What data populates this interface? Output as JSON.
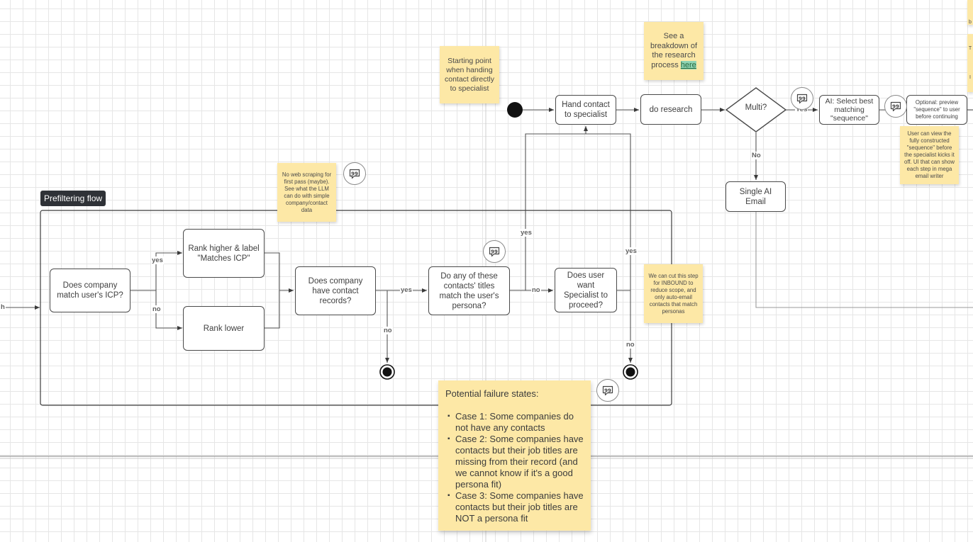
{
  "frame": {
    "label": "Prefiltering flow"
  },
  "nodes": {
    "icp": "Does company match user's ICP?",
    "rank_higher": "Rank higher & label \"Matches ICP\"",
    "rank_lower": "Rank lower",
    "contact_records": "Does company have contact records?",
    "titles_match": "Do any of these contacts' titles match the user's persona?",
    "want_specialist": "Does user want Specialist to proceed?",
    "hand_contact": "Hand contact to specialist",
    "do_research": "do research",
    "multi": "Multi?",
    "select_sequence": "AI: Select best matching \"sequence\"",
    "preview": "Optional: preview \"sequence\" to user before continuing",
    "single_email": "Single AI Email"
  },
  "edge_labels": {
    "icp_yes": "yes",
    "icp_no": "no",
    "records_yes": "yes",
    "records_no": "no",
    "titles_yes": "yes",
    "titles_no": "no",
    "specialist_yes": "yes",
    "specialist_no": "no",
    "multi_yes": "Yes",
    "multi_no": "No",
    "left_cut": "h"
  },
  "stickies": {
    "starting_point": "Starting point when handing contact directly to specialist",
    "research_pre": "See a breakdown of the research process",
    "research_link": "here",
    "no_scraping": "No web scraping for first pass (maybe). See what the LLM can do with simple company/contact data",
    "inbound": "We can cut this step for INBOUND to reduce scope, and only auto-email contacts that match personas",
    "user_view": "User can view the fully constructed \"sequence\" before the specialist kicks it off. UI that can show each step in mega email writer",
    "edge_top": "b",
    "edge_mid1": "T",
    "edge_mid2": "I"
  },
  "failure": {
    "title": "Potential failure states:",
    "cases": [
      "Case 1: Some companies do not have any contacts",
      "Case 2: Some companies have contacts but their job titles are missing from their record (and we cannot know if it's a good persona fit)",
      "Case 3: Some companies have contacts but their job titles are NOT a persona fit"
    ]
  },
  "icons": {
    "comment": "comment-quote-icon",
    "start": "start-node-icon",
    "end": "end-node-icon"
  },
  "colors": {
    "sticky": "#fde8a6",
    "frame_label_bg": "#2f3237",
    "link_highlight": "#8ed4b4"
  }
}
